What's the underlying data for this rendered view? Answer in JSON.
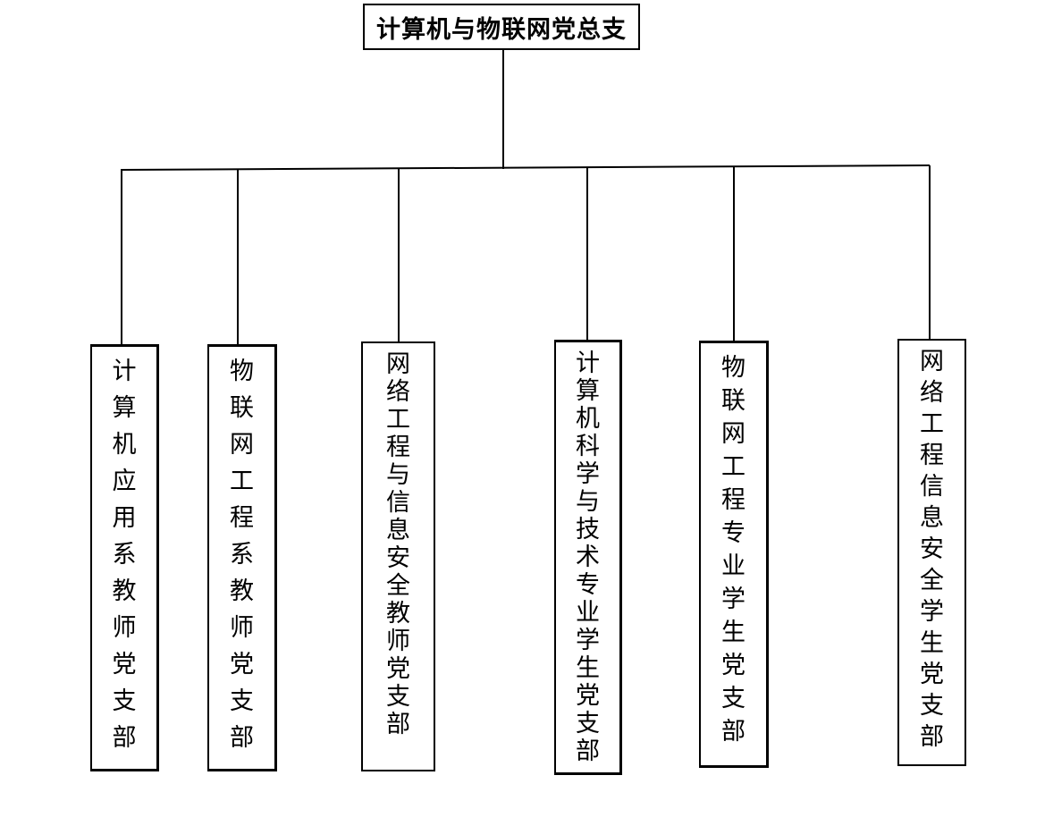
{
  "root": {
    "label": "计算机与物联网党总支"
  },
  "branches": [
    {
      "label": "计算机应用系教师党支部"
    },
    {
      "label": "物联网工程系教师党支部"
    },
    {
      "label": "网络工程与信息安全教师党支部"
    },
    {
      "label": "计算机科学与技术专业学生党支部"
    },
    {
      "label": "物联网工程专业学生党支部"
    },
    {
      "label": "网络工程信息安全学生党支部"
    }
  ]
}
